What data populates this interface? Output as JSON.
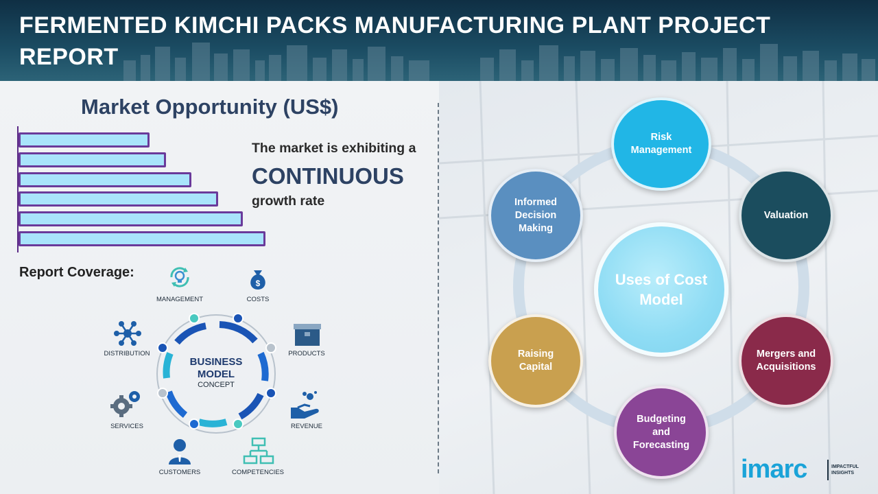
{
  "header": {
    "title": "FERMENTED KIMCHI PACKS MANUFACTURING PLANT PROJECT REPORT"
  },
  "market": {
    "title": "Market Opportunity (US$)",
    "line1": "The market is exhibiting a",
    "line2": "CONTINUOUS",
    "line3": "growth rate"
  },
  "chart_data": {
    "type": "bar",
    "orientation": "horizontal",
    "values": [
      190,
      214,
      251,
      289,
      325,
      358
    ],
    "title": "Market Opportunity (US$)",
    "xlabel": "",
    "ylabel": "",
    "grid": false
  },
  "coverage": {
    "title": "Report Coverage:",
    "items": {
      "management": "MANAGEMENT",
      "costs": "COSTS",
      "distribution": "DISTRIBUTION",
      "products": "PRODUCTS",
      "services": "SERVICES",
      "revenue": "REVENUE",
      "customers": "CUSTOMERS",
      "competencies": "COMPETENCIES"
    },
    "center_line1": "BUSINESS",
    "center_line2": "MODEL",
    "center_line3": "CONCEPT"
  },
  "cost_model": {
    "center": "Uses of Cost Model",
    "nodes": {
      "risk": "Risk Management",
      "valuation": "Valuation",
      "mergers": "Mergers and Acquisitions",
      "budgeting": "Budgeting and Forecasting",
      "raising": "Raising Capital",
      "informed": "Informed Decision Making"
    }
  },
  "logo": {
    "word": "imarc",
    "tagline": "IMPACTFUL INSIGHTS"
  },
  "colors": {
    "header_bg": "#0f2f44",
    "title_blue": "#2d4263",
    "bar_fill": "#a9e4fb",
    "bar_border": "#6a3a9a",
    "risk": "#21b6e6",
    "valuation": "#1b4d5e",
    "mergers": "#8a2a4a",
    "budgeting": "#8a4596",
    "raising": "#c9a04f",
    "informed": "#5a8fc0",
    "center": "#8edcf4",
    "logo": "#1aa3d8"
  }
}
